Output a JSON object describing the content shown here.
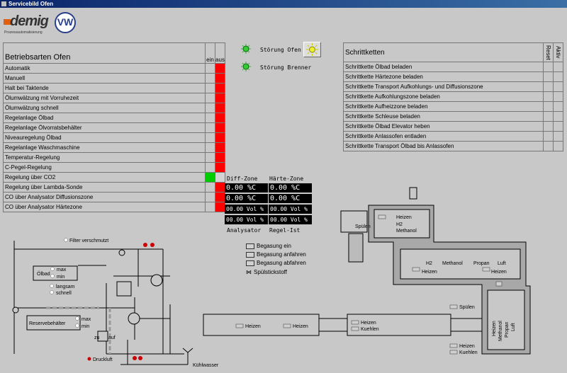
{
  "window": {
    "title": "Servicebild Ofen"
  },
  "logo": {
    "brand": "demig",
    "subtitle": "Prozessautomatisierung",
    "partner": "VW"
  },
  "modes": {
    "title": "Betriebsarten Ofen",
    "col_on": "ein",
    "col_off": "aus",
    "rows": [
      {
        "label": "Automatik",
        "on": "",
        "off": "red"
      },
      {
        "label": "Manuell",
        "on": "",
        "off": "red"
      },
      {
        "label": "Halt bei Taktende",
        "on": "",
        "off": "red"
      },
      {
        "label": "Ölumwälzung mit Vorruhezeit",
        "on": "",
        "off": "red"
      },
      {
        "label": "Ölumwälzung schnell",
        "on": "",
        "off": "red"
      },
      {
        "label": "Regelanlage Ölbad",
        "on": "",
        "off": "red"
      },
      {
        "label": "Regelanlage Ölvorratsbehälter",
        "on": "",
        "off": "red"
      },
      {
        "label": "Niveauregelung Ölbad",
        "on": "",
        "off": "red"
      },
      {
        "label": "Regelanlage Waschmaschine",
        "on": "",
        "off": "red"
      },
      {
        "label": "Temperatur-Regelung",
        "on": "",
        "off": "red"
      },
      {
        "label": "C-Pegel-Regelung",
        "on": "",
        "off": "red"
      },
      {
        "label": "Regelung über CO2",
        "on": "green",
        "off": "lgray"
      },
      {
        "label": "Regelung über Lambda-Sonde",
        "on": "",
        "off": "red"
      },
      {
        "label": "CO über Analysator Diffusionszone",
        "on": "",
        "off": "red"
      },
      {
        "label": "CO über Analysator Härtezone",
        "on": "",
        "off": "red"
      }
    ]
  },
  "alarms": {
    "furnace_fault": "Störung Ofen",
    "burner_fault": "Störung Brenner"
  },
  "chains": {
    "title": "Schrittketten",
    "col_reset": "Reset",
    "col_active": "Aktiv",
    "rows": [
      "Schrittkette Ölbad beladen",
      "Schrittkette Härtezone beladen",
      "Schrittkette Transport Aufkohlungs- und Diffusionszone",
      "Schrittkette Aufkohlungszone beladen",
      "Schrittkette Aufheizzone beladen",
      "Schrittkette Schleuse beladen",
      "Schrittkette Ölbad Elevator heben",
      "Schrittkette Anlassofen entladen",
      "Schrittkette Transport Ölbad bis Anlassofen"
    ]
  },
  "zones": {
    "diff_label": "Diff-Zone",
    "haerte_label": "Härte-Zone",
    "temp_diff": "0.00 %C",
    "temp_haerte": "0.00 %C",
    "co2_diff": "0.00 %C",
    "co2_haerte": "0.00 %C",
    "co_diff": "00.00 Vol %",
    "co_haerte": "00.00 Vol %",
    "co2_diff2": "00.00 Vol %",
    "co2_haerte2": "00.00 Vol %",
    "analyzer_label": "Analysator",
    "regel_label": "Regel-Ist"
  },
  "gas_legend": [
    "Begasung ein",
    "Begasung anfahren",
    "Begasung abfahren",
    "Spülstickstoff"
  ],
  "schema": {
    "filter": "Filter verschmutzt",
    "oelbad": "Ölbad",
    "max": "max",
    "min": "min",
    "langsam": "langsam",
    "schnell": "schnell",
    "reserve": "Reservebehälter",
    "max2": "max",
    "min2": "min",
    "zu": "zu",
    "auf": "auf",
    "druckluft": "Druckluft",
    "kuehlwasser": "Kühlwasser"
  },
  "furnace": {
    "spuelen": "Spülen",
    "heizen": "Heizen",
    "h2": "H2",
    "methanol": "Methanol",
    "propan": "Propan",
    "luft": "Luft",
    "kuehlen": "Kuehlen"
  },
  "colors": {
    "off": "#ff0000",
    "on": "#00cc00",
    "background": "#c8c8c8"
  }
}
